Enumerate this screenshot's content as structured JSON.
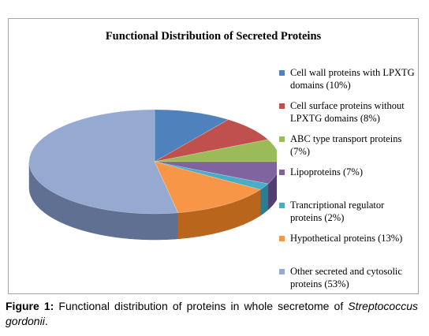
{
  "chart_data": {
    "type": "pie",
    "title": "Functional Distribution of Secreted Proteins",
    "three_d": true,
    "legend_position": "right",
    "slices": [
      {
        "label": "Cell wall proteins with LPXTG domains (10%)",
        "value": 10,
        "color": "#4f81bd",
        "side": "#2e5784"
      },
      {
        "label": "Cell surface proteins without LPXTG domains (8%)",
        "value": 8,
        "color": "#c0504d",
        "side": "#8a2f2d"
      },
      {
        "label": "ABC type transport proteins (7%)",
        "value": 7,
        "color": "#9bbb59",
        "side": "#6b8a33"
      },
      {
        "label": "Lipoproteins (7%)",
        "value": 7,
        "color": "#8064a2",
        "side": "#533e72"
      },
      {
        "label": "Trancriptional regulator proteins (2%)",
        "value": 2,
        "color": "#4bacc6",
        "side": "#2b7d93"
      },
      {
        "label": "Hypothetical proteins (13%)",
        "value": 13,
        "color": "#f79646",
        "side": "#b9651c"
      },
      {
        "label": "Other secreted and cytosolic proteins (53%)",
        "value": 53,
        "color": "#95a9d1",
        "side": "#5f7092"
      }
    ]
  },
  "caption": {
    "lead": "Figure 1:",
    "text": " Functional distribution of proteins in whole secretome of ",
    "species": "Streptococcus gordonii",
    "end": "."
  }
}
